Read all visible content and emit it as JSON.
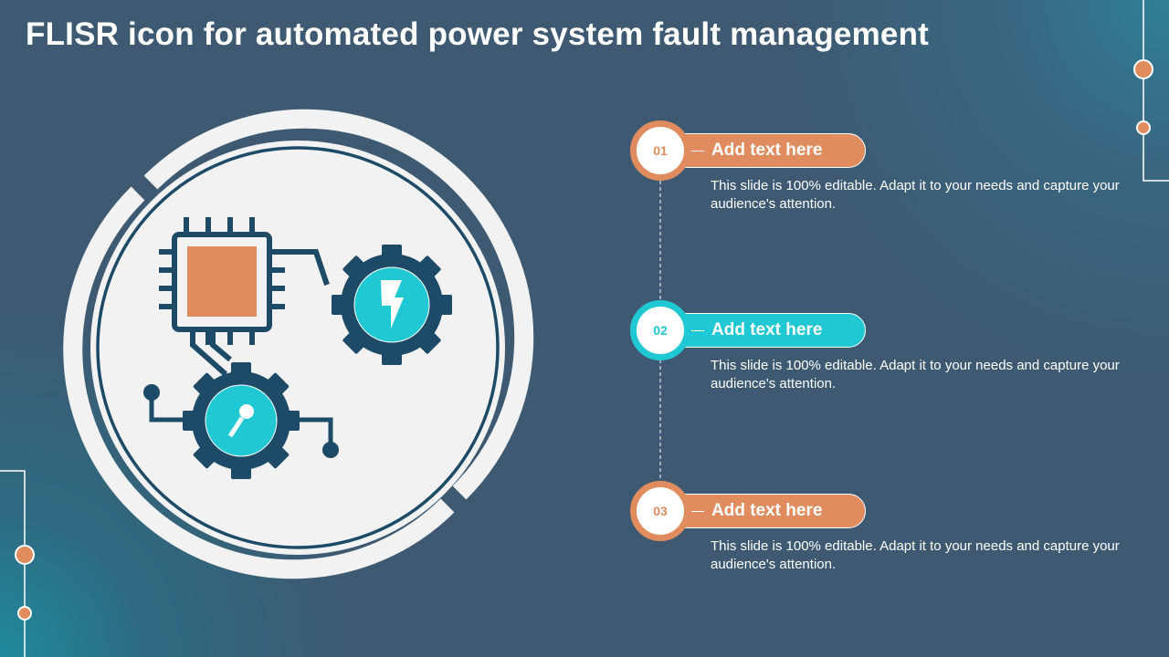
{
  "title": "FLISR icon for automated power system fault management",
  "items": [
    {
      "num": "01",
      "label": "Add text here",
      "desc": "This slide is 100% editable. Adapt it to your needs and capture your audience's attention.",
      "color": "#e08c5e"
    },
    {
      "num": "02",
      "label": "Add text here",
      "desc": "This slide is 100% editable. Adapt it to your needs and capture your audience's attention.",
      "color": "#1fc8d2"
    },
    {
      "num": "03",
      "label": "Add text here",
      "desc": "This slide is 100% editable. Adapt it to your needs and capture your audience's attention.",
      "color": "#e08c5e"
    }
  ],
  "colors": {
    "orange": "#e08c5e",
    "teal": "#1fc8d2",
    "navy": "#1d4a66",
    "light": "#f2f2f2"
  }
}
